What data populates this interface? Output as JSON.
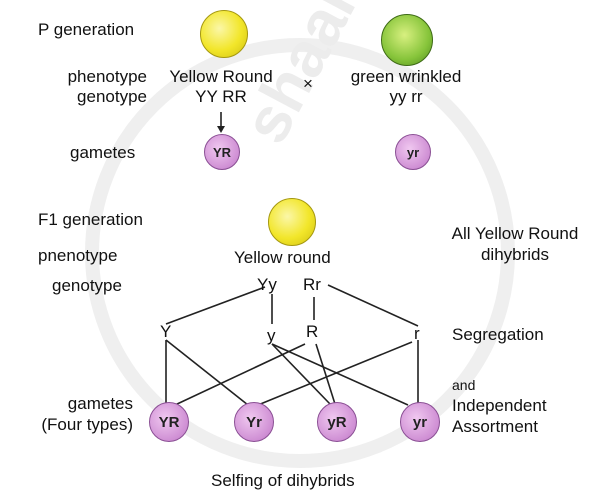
{
  "labels": {
    "p_generation": "P generation",
    "phenotype": "phenotype",
    "genotype": "genotype",
    "gametes": "gametes",
    "f1_generation": "F1  generation",
    "f1_phenotype": "pnenotype",
    "f1_genotype": "genotype",
    "gametes_four": "gametes",
    "four_types": "(Four types)"
  },
  "parents": {
    "yellow_phenotype": "Yellow Round",
    "yellow_genotype": "YY RR",
    "cross_symbol": "×",
    "green_phenotype": "green wrinkled",
    "green_genotype": "yy rr"
  },
  "p_gametes": {
    "yr_upper": "YR",
    "yr_lower": "yr"
  },
  "f1": {
    "phenotype": "Yellow   round",
    "genotype_left": "Yy",
    "genotype_right": "Rr",
    "note_line1": "All Yellow Round",
    "note_line2": "dihybrids"
  },
  "alleles": {
    "y_upper": "Y",
    "y_lower": "y",
    "r_upper": "R",
    "r_lower": "r"
  },
  "right_notes": {
    "segregation": "Segregation",
    "and": "and",
    "independent": "Independent",
    "assortment": "Assortment"
  },
  "f1_gametes": [
    "YR",
    "Yr",
    "yR",
    "yr"
  ],
  "caption": "Selfing of dihybrids",
  "watermark": "shaalaa.com"
}
